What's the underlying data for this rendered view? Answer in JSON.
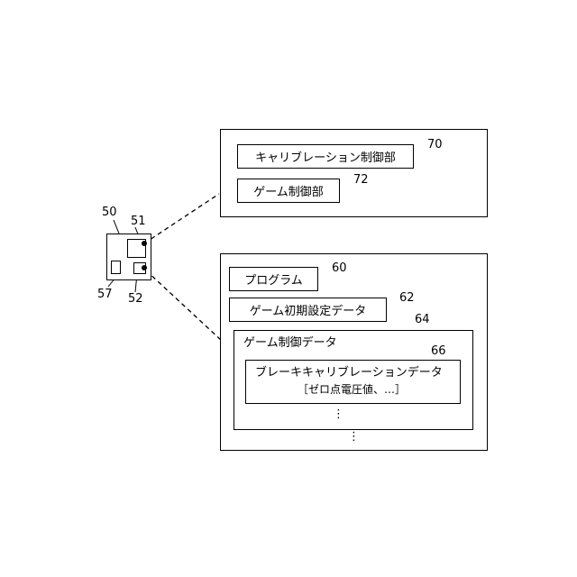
{
  "device": {
    "ref": "50",
    "storage_ref": "51",
    "processor_ref": "52",
    "input_ref": "57"
  },
  "top_panel": {
    "items": [
      {
        "label": "キャリブレーション制御部",
        "ref": "70"
      },
      {
        "label": "ゲーム制御部",
        "ref": "72"
      }
    ]
  },
  "bottom_panel": {
    "program": {
      "label": "プログラム",
      "ref": "60"
    },
    "initial_settings": {
      "label": "ゲーム初期設定データ",
      "ref": "62"
    },
    "game_control_data": {
      "label": "ゲーム制御データ",
      "ref": "64",
      "brake": {
        "label": "ブレーキキャリブレーションデータ",
        "sub": "［ゼロ点電圧値、…］",
        "ref": "66"
      },
      "ellipsis": "⋮"
    },
    "ellipsis": "⋮"
  }
}
